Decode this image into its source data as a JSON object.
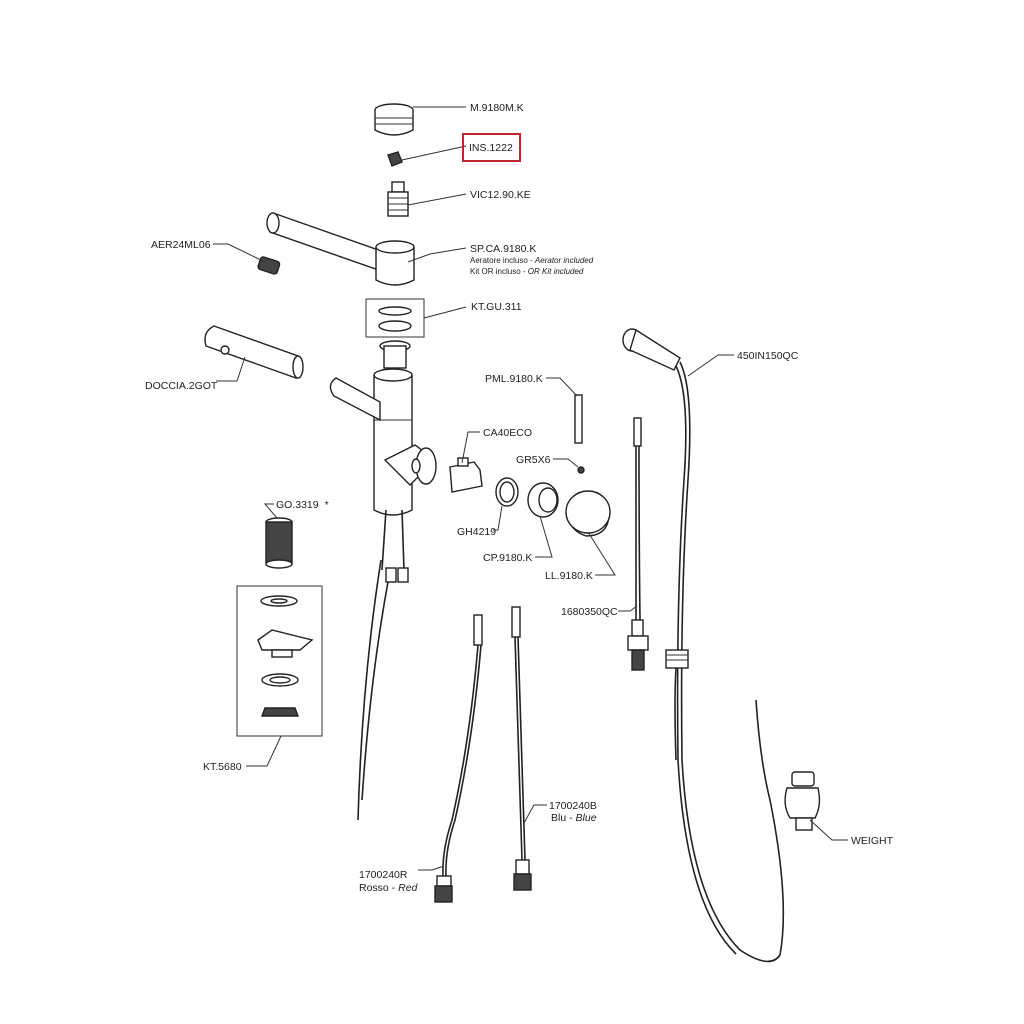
{
  "diagram": {
    "highlight_color": "#c0262d",
    "line_color": "#333333",
    "parts": [
      {
        "id": "m9180mk",
        "code": "M.9180M.K"
      },
      {
        "id": "ins1222",
        "code": "INS.1222",
        "highlighted": true
      },
      {
        "id": "vic1290ke",
        "code": "VIC12.90.KE"
      },
      {
        "id": "spca9180k",
        "code": "SP.CA.9180.K",
        "note1_it": "Aeratore incluso",
        "note1_sep": " - ",
        "note1_en": "Aerator included",
        "note2_it": "Kit OR incluso",
        "note2_sep": " - ",
        "note2_en": "OR Kit included"
      },
      {
        "id": "aer24ml06",
        "code": "AER24ML06"
      },
      {
        "id": "ktgu311",
        "code": "KT.GU.311"
      },
      {
        "id": "doccia2got",
        "code": "DOCCIA.2GOT"
      },
      {
        "id": "450in150qc",
        "code": "450IN150QC"
      },
      {
        "id": "pml9180k",
        "code": "PML.9180.K"
      },
      {
        "id": "ca40eco",
        "code": "CA40ECO"
      },
      {
        "id": "gr5x6",
        "code": "GR5X6"
      },
      {
        "id": "go3319",
        "code": "GO.3319",
        "mark": "*"
      },
      {
        "id": "gh4219",
        "code": "GH4219"
      },
      {
        "id": "cp9180k",
        "code": "CP.9180.K"
      },
      {
        "id": "ll9180k",
        "code": "LL.9180.K"
      },
      {
        "id": "1680350qc",
        "code": "1680350QC"
      },
      {
        "id": "kt5680",
        "code": "KT.5680"
      },
      {
        "id": "1700240b",
        "code": "1700240B",
        "sub_it": "Blu",
        "sub_sep": " - ",
        "sub_en": "Blue"
      },
      {
        "id": "1700240r",
        "code": "1700240R",
        "sub_it": "Rosso",
        "sub_sep": " - ",
        "sub_en": "Red"
      },
      {
        "id": "weight",
        "code": "WEIGHT"
      }
    ]
  }
}
